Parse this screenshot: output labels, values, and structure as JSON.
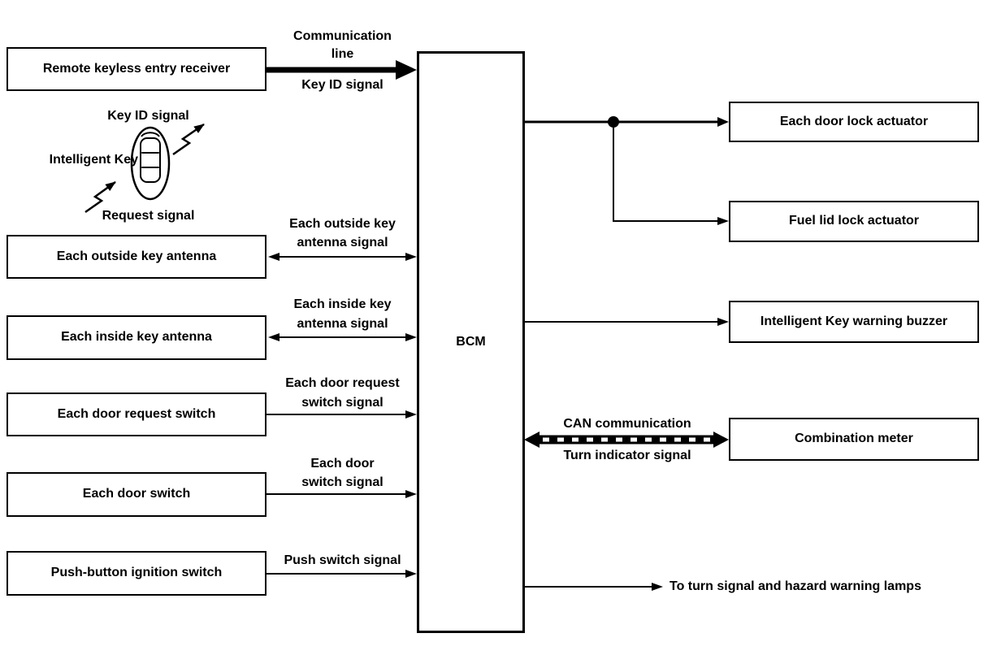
{
  "boxes": {
    "bcm": "BCM",
    "left": [
      "Remote keyless entry receiver",
      "Each outside key antenna",
      "Each inside key antenna",
      "Each door request switch",
      "Each door switch",
      "Push-button ignition switch"
    ],
    "right": [
      "Each door lock actuator",
      "Fuel lid lock actuator",
      "Intelligent Key warning buzzer",
      "Combination meter"
    ]
  },
  "key_fob": {
    "label": "Intelligent Key",
    "signal_out": "Key ID signal",
    "signal_in": "Request signal",
    "icon": "key-fob-icon"
  },
  "arrow_labels": {
    "comm": {
      "above1": "Communication",
      "above2": "line",
      "below": "Key ID signal"
    },
    "outside": {
      "line1": "Each outside key",
      "line2": "antenna signal"
    },
    "inside": {
      "line1": "Each inside key",
      "line2": "antenna signal"
    },
    "door_request": {
      "line1": "Each door request",
      "line2": "switch signal"
    },
    "door_switch": {
      "line1": "Each door",
      "line2": "switch signal"
    },
    "push": {
      "line1": "Push switch signal"
    },
    "can": {
      "above": "CAN communication",
      "below": "Turn indicator signal"
    },
    "lamps": "To turn signal and hazard warning lamps"
  },
  "colors": {
    "line": "#000000",
    "background": "#ffffff"
  }
}
